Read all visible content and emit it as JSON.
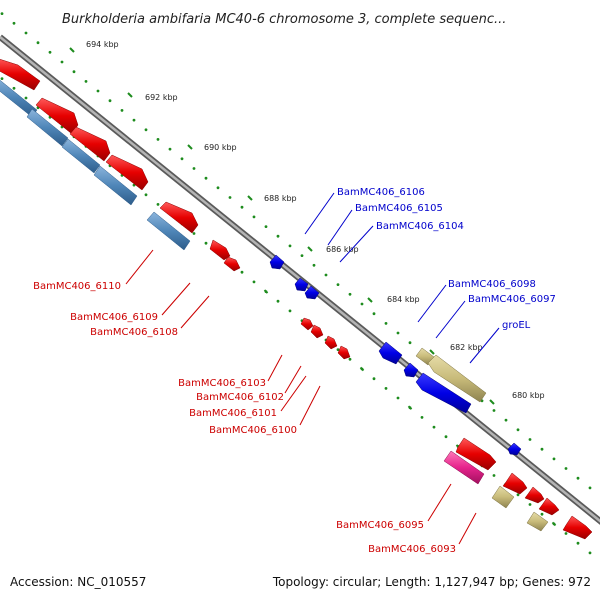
{
  "title": "Burkholderia ambifaria MC40-6 chromosome 3, complete sequenc...",
  "footer": {
    "accession": "Accession: NC_010557",
    "topology": "Topology: circular; Length: 1,127,947 bp; Genes: 972"
  },
  "colors": {
    "backbone": "#8c8c8c",
    "tick_dot": "#1e8c1e",
    "red_gene": "#e60000",
    "blue_gene": "#3c64b4",
    "steel_gene": "#4f86b8",
    "tan_gene": "#c8bb7a",
    "pink_gene": "#e6238c",
    "red_label": "#cc0000",
    "blue_label": "#0000cc"
  },
  "ticks": [
    {
      "label": "694 kbp"
    },
    {
      "label": "692 kbp"
    },
    {
      "label": "690 kbp"
    },
    {
      "label": "688 kbp"
    },
    {
      "label": "686 kbp"
    },
    {
      "label": "684 kbp"
    },
    {
      "label": "682 kbp"
    },
    {
      "label": "680 kbp"
    }
  ],
  "labels": {
    "upper": [
      {
        "text": "BamMC406_6106",
        "strand": "minus"
      },
      {
        "text": "BamMC406_6105",
        "strand": "minus"
      },
      {
        "text": "BamMC406_6104",
        "strand": "minus"
      },
      {
        "text": "BamMC406_6098",
        "strand": "minus"
      },
      {
        "text": "BamMC406_6097",
        "strand": "minus"
      },
      {
        "text": "groEL",
        "strand": "minus"
      }
    ],
    "lower": [
      {
        "text": "BamMC406_6110",
        "strand": "plus"
      },
      {
        "text": "BamMC406_6109",
        "strand": "plus"
      },
      {
        "text": "BamMC406_6108",
        "strand": "plus"
      },
      {
        "text": "BamMC406_6103",
        "strand": "plus"
      },
      {
        "text": "BamMC406_6102",
        "strand": "plus"
      },
      {
        "text": "BamMC406_6101",
        "strand": "plus"
      },
      {
        "text": "BamMC406_6100",
        "strand": "plus"
      },
      {
        "text": "BamMC406_6095",
        "strand": "plus"
      },
      {
        "text": "BamMC406_6093",
        "strand": "plus"
      }
    ]
  }
}
